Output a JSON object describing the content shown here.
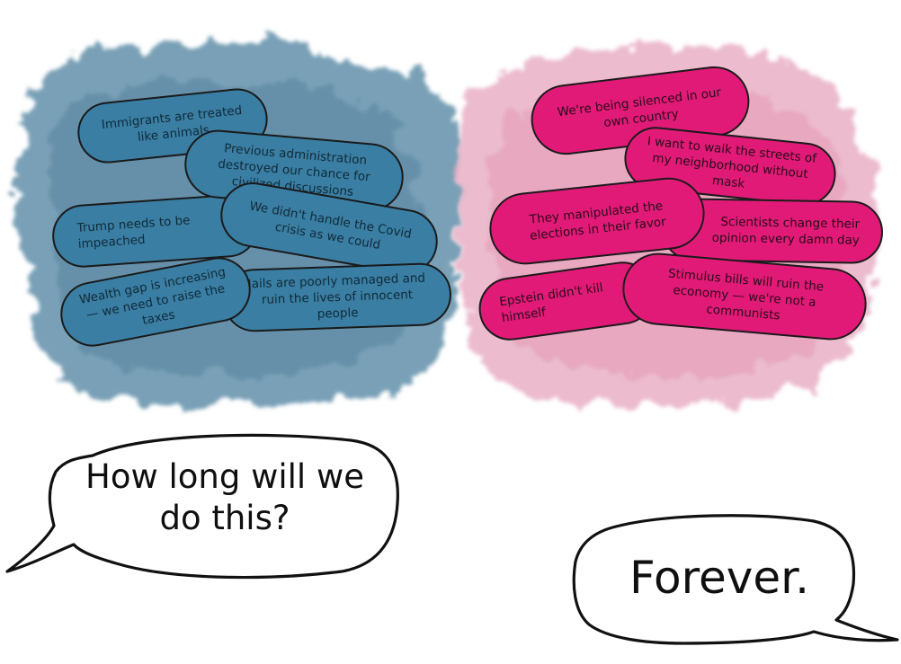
{
  "left_cloud": {
    "color": "#3a7ea3",
    "statements": [
      {
        "id": "immigrants",
        "text": "Immigrants are treated like animals"
      },
      {
        "id": "previous_admin",
        "text": "Previous administration destroyed our chance for civilized discussions"
      },
      {
        "id": "trump",
        "text": "Trump needs to be impeached"
      },
      {
        "id": "covid",
        "text": "We didn't handle the Covid crisis as we could"
      },
      {
        "id": "wealth_gap",
        "text": "Wealth gap is increasing — we need to raise the taxes"
      },
      {
        "id": "jails",
        "text": "Jails are poorly managed and ruin the lives of innocent people"
      }
    ]
  },
  "right_cloud": {
    "color": "#e11a78",
    "statements": [
      {
        "id": "silenced",
        "text": "We're being silenced in our own country"
      },
      {
        "id": "mask",
        "text": "I want to walk the streets of my neighborhood without mask"
      },
      {
        "id": "elections",
        "text": "They manipulated the elections in their favor"
      },
      {
        "id": "scientists",
        "text": "Scientists change their opinion every damn day"
      },
      {
        "id": "epstein",
        "text": "Epstein didn't kill himself"
      },
      {
        "id": "stimulus",
        "text": "Stimulus bills will ruin the economy — we're not a communists"
      }
    ]
  },
  "speech_left": {
    "text": "How long will we do this?"
  },
  "speech_right": {
    "text": "Forever."
  },
  "colors": {
    "blue_wash": "#5b8ba6",
    "pink_wash": "#e7a8c0",
    "outline": "#1a1a1a"
  }
}
